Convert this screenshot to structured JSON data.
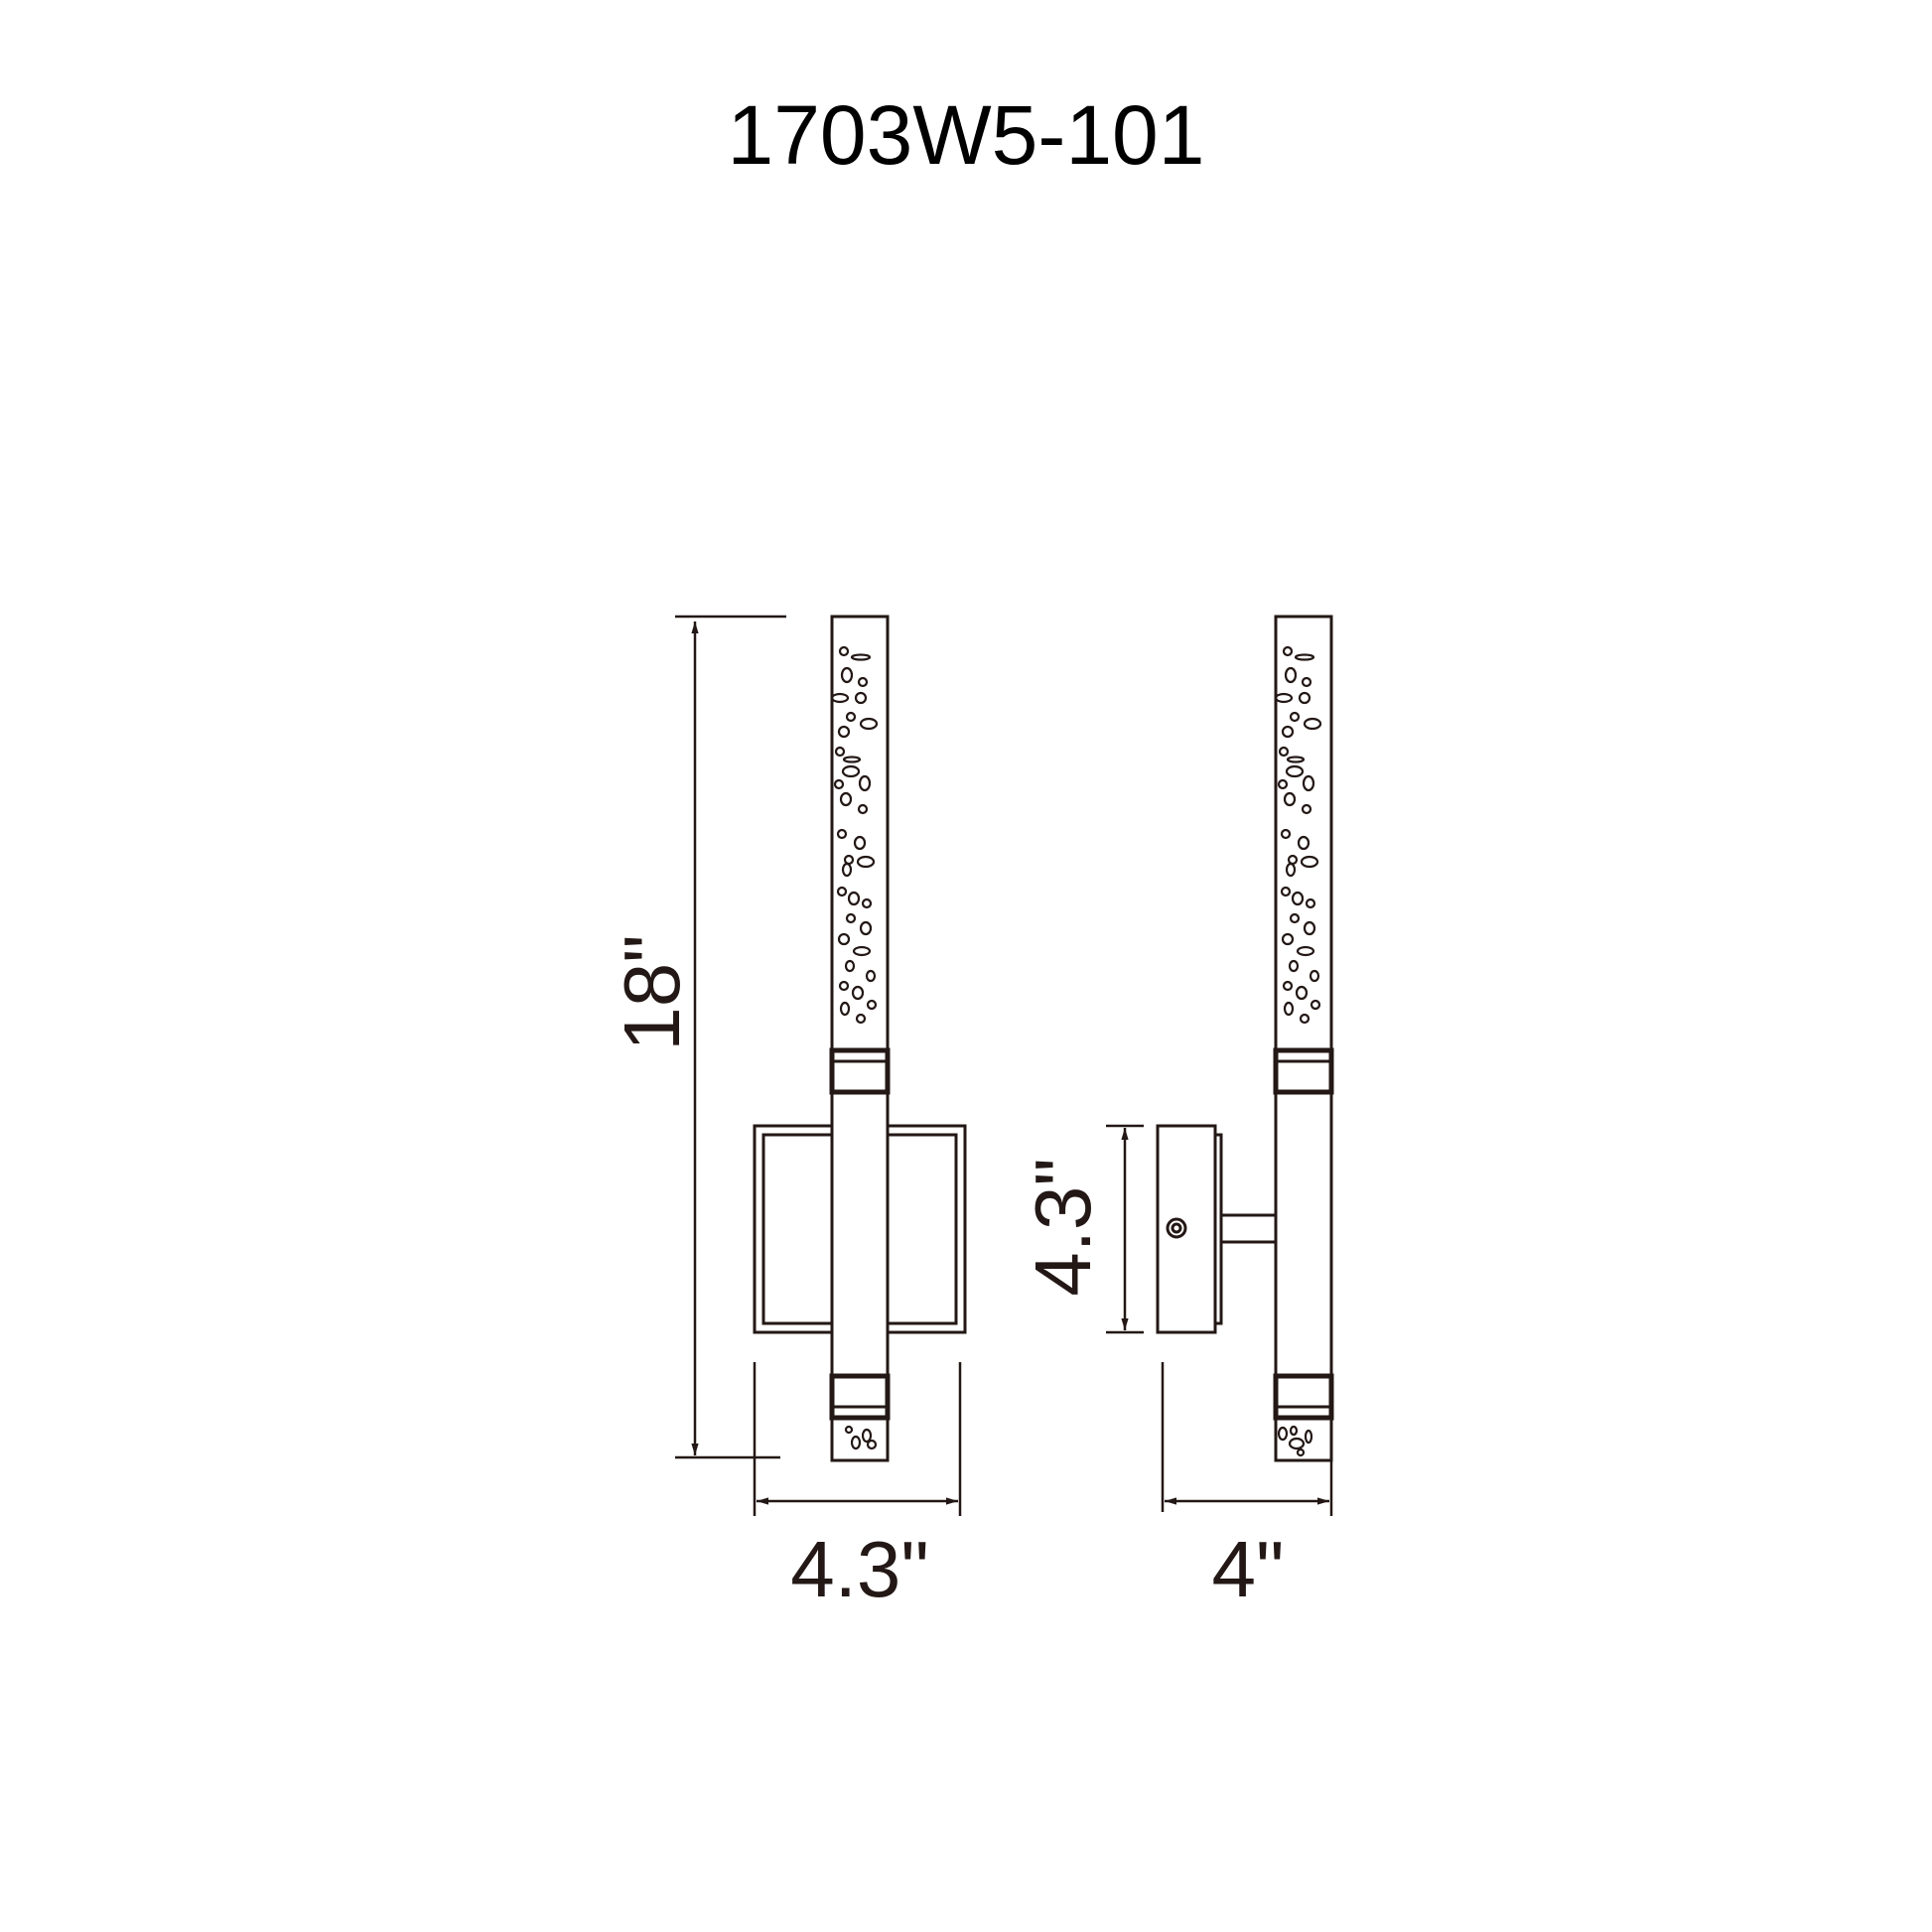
{
  "title": "1703W5-101",
  "colors": {
    "line": "#231815",
    "background": "#ffffff"
  },
  "front_view": {
    "height_label": "18\"",
    "width_label": "4.3\""
  },
  "side_view": {
    "backplate_height_label": "4.3\"",
    "depth_label": "4\""
  }
}
